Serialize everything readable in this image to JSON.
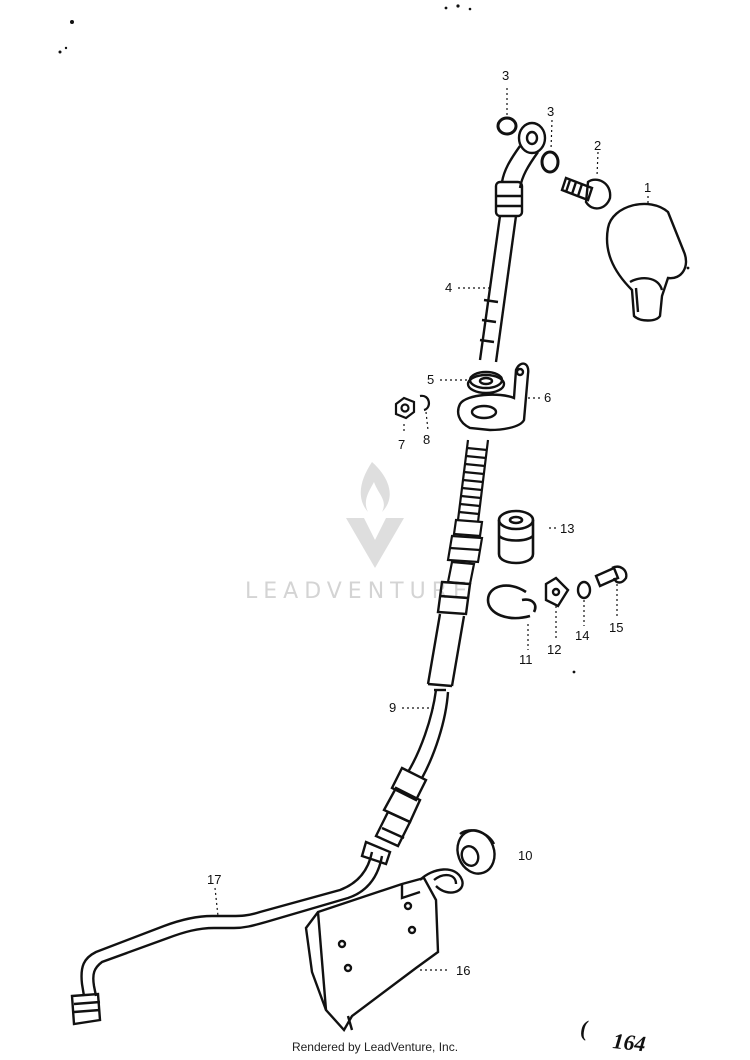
{
  "callouts": {
    "c1": "1",
    "c2": "2",
    "c3a": "3",
    "c3b": "3",
    "c4": "4",
    "c5": "5",
    "c6": "6",
    "c7": "7",
    "c8": "8",
    "c9": "9",
    "c10": "10",
    "c11": "11",
    "c12": "12",
    "c13": "13",
    "c14": "14",
    "c15": "15",
    "c16": "16",
    "c17": "17"
  },
  "page_number": "164",
  "watermark": "LEADVENTURE",
  "footer": "Rendered by LeadVenture, Inc.",
  "colors": {
    "ink": "#111111",
    "watermark": "#d4d4d4"
  }
}
